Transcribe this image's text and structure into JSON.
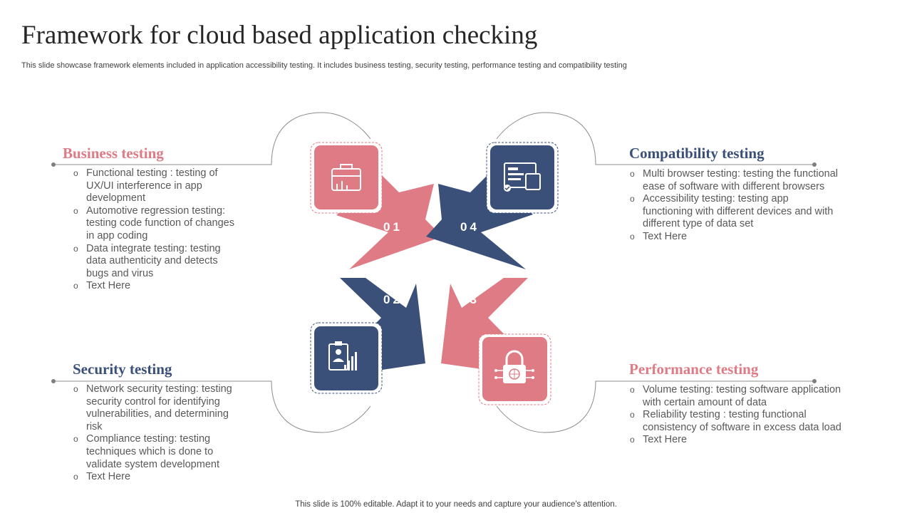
{
  "title": "Framework for cloud based application checking",
  "subtitle": "This slide showcase framework elements included in application accessibility testing. It includes business testing, security testing, performance testing and compatibility testing",
  "footer": "This slide is 100% editable. Adapt it to your needs and capture your audience's attention.",
  "colors": {
    "pink": "#df7b84",
    "navy": "#3b5079"
  },
  "steps": [
    {
      "number": "01",
      "icon": "briefcase-growth-icon"
    },
    {
      "number": "02",
      "icon": "report-chart-icon"
    },
    {
      "number": "03",
      "icon": "network-lock-icon"
    },
    {
      "number": "04",
      "icon": "web-dashboard-icon"
    }
  ],
  "business": {
    "heading": "Business testing",
    "items": [
      "Functional testing : testing of UX/UI interference in app development",
      "Automotive regression testing: testing code function of changes in app coding",
      "Data integrate testing: testing data authenticity and detects bugs and virus",
      "Text Here"
    ]
  },
  "security": {
    "heading": "Security testing",
    "items": [
      "Network security testing: testing security control for identifying vulnerabilities, and determining risk",
      "Compliance testing: testing techniques which is done to validate system development",
      "Text Here"
    ]
  },
  "compatibility": {
    "heading": "Compatibility testing",
    "items": [
      "Multi browser testing: testing the functional ease of software with different browsers",
      "Accessibility testing: testing app functioning with different devices and with different type of data set",
      "Text Here"
    ]
  },
  "performance": {
    "heading": "Performance testing",
    "items": [
      "Volume testing: testing software application with certain amount of data",
      "Reliability testing : testing functional consistency of software in excess data load",
      "Text Here"
    ]
  }
}
